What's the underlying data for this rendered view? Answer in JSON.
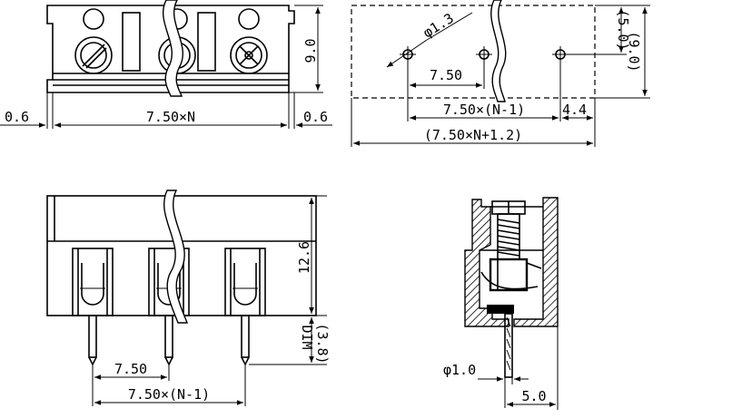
{
  "colors": {
    "line": "#000000",
    "background": "#ffffff"
  },
  "top_view": {
    "pitch_label": "7.50×N",
    "margin_left": "0.6",
    "margin_right": "0.6",
    "height_label": "9.0"
  },
  "pcb_view": {
    "hole_label": "φ1.3",
    "pitch_label": "7.50",
    "span_label": "7.50×(N-1)",
    "offset_label": "4.4",
    "total_label": "(7.50×N+1.2)",
    "height_inner_label": "(5.0)",
    "height_outer_label": "(9.0)"
  },
  "front_view": {
    "height_label": "12.6",
    "pin_dim_label": "DIM",
    "pin_len_label": "(3.8)",
    "pitch_label": "7.50",
    "span_label": "7.50×(N-1)"
  },
  "side_view": {
    "pin_dia_label": "φ1.0",
    "offset_label": "5.0"
  }
}
